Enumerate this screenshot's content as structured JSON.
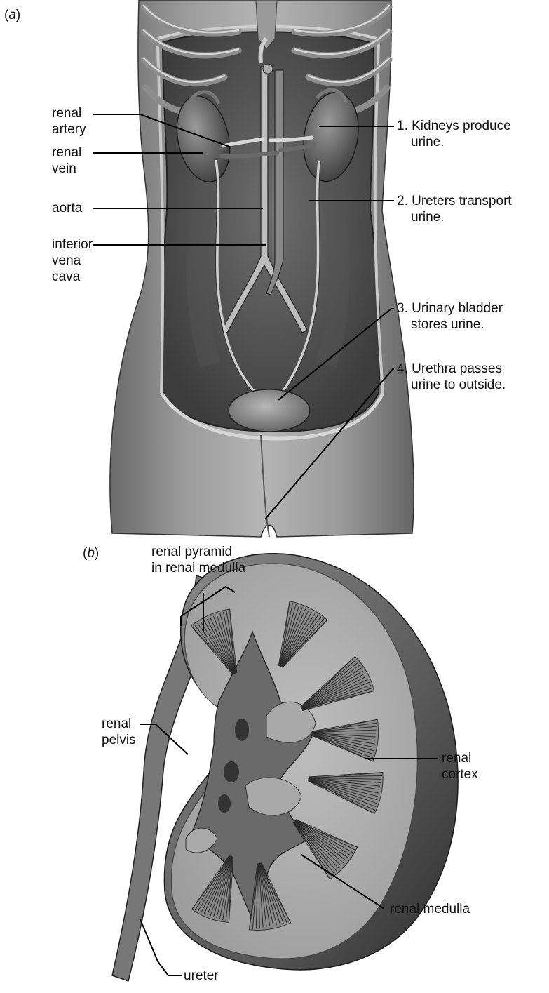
{
  "panel_a": {
    "letter": "a",
    "left_labels": {
      "renal_artery": [
        "renal",
        "artery"
      ],
      "renal_vein": [
        "renal",
        "vein"
      ],
      "aorta": [
        "aorta"
      ],
      "inferior_vena_cava": [
        "inferior",
        "vena",
        "cava"
      ]
    },
    "right_labels": {
      "kidneys": [
        "1. Kidneys produce",
        "urine."
      ],
      "ureters": [
        "2. Ureters transport",
        "urine."
      ],
      "bladder": [
        "3. Urinary bladder",
        "stores urine."
      ],
      "urethra": [
        "4. Urethra passes",
        "urine to outside."
      ]
    }
  },
  "panel_b": {
    "letter": "b",
    "labels": {
      "renal_pyramid": [
        "renal pyramid",
        "in renal medulla"
      ],
      "renal_pelvis": [
        "renal",
        "pelvis"
      ],
      "renal_cortex": [
        "renal",
        "cortex"
      ],
      "renal_medulla": [
        "renal medulla"
      ],
      "ureter": [
        "ureter"
      ]
    }
  }
}
